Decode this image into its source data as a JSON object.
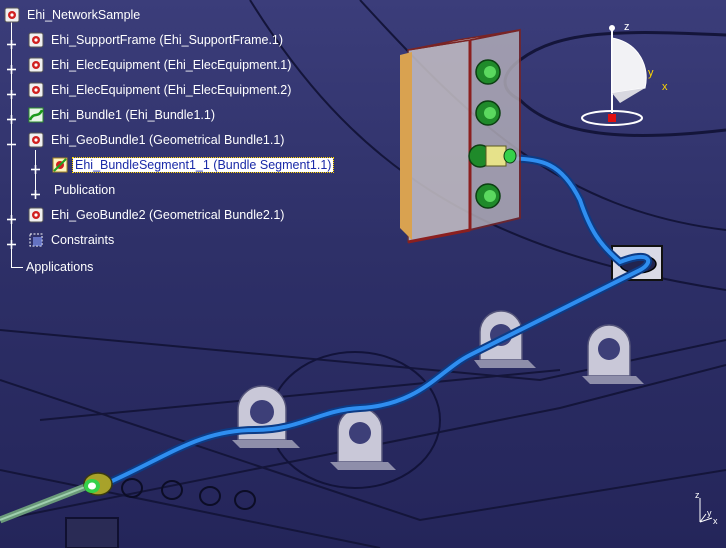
{
  "tree": {
    "root": {
      "label": "Ehi_NetworkSample",
      "icon": "product-icon"
    },
    "items": [
      {
        "label": "Ehi_SupportFrame (Ehi_SupportFrame.1)",
        "icon": "product-icon",
        "expander": "+"
      },
      {
        "label": "Ehi_ElecEquipment (Ehi_ElecEquipment.1)",
        "icon": "product-icon",
        "expander": "+"
      },
      {
        "label": "Ehi_ElecEquipment (Ehi_ElecEquipment.2)",
        "icon": "product-icon",
        "expander": "+"
      },
      {
        "label": "Ehi_Bundle1 (Ehi_Bundle1.1)",
        "icon": "bundle-icon",
        "expander": "+"
      },
      {
        "label": "Ehi_GeoBundle1 (Geometrical Bundle1.1)",
        "icon": "product-icon",
        "expander": "-"
      },
      {
        "label": "Ehi_BundleSegment1_1 (Bundle Segment1.1)",
        "icon": "bundle-segment-icon",
        "expander": "+",
        "selected": true
      },
      {
        "label": "Publication",
        "icon": "",
        "expander": "+"
      },
      {
        "label": "Ehi_GeoBundle2 (Geometrical Bundle2.1)",
        "icon": "product-icon",
        "expander": "+"
      },
      {
        "label": "Constraints",
        "icon": "constraints-icon",
        "expander": "+"
      },
      {
        "label": "Applications",
        "icon": "",
        "expander": ""
      }
    ]
  },
  "compass": {
    "x_label": "x",
    "y_label": "y",
    "z_label": "z"
  },
  "mini_axis": {
    "x_label": "x",
    "y_label": "y",
    "z_label": "z"
  },
  "colors": {
    "background_top": "#3b3d7a",
    "background_bottom": "#24255a",
    "cable": "#1e73d8",
    "connector_green": "#2fbf3a",
    "selection_bg": "#ffffff",
    "selection_text": "#1a2aa8"
  }
}
